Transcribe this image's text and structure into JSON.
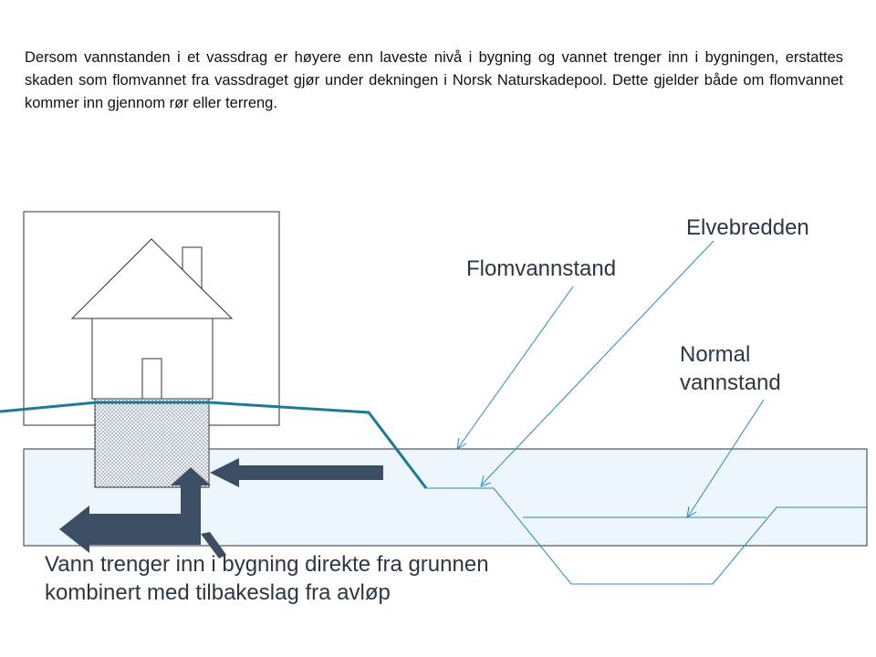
{
  "intro_text": "Dersom vannstanden i et vassdrag er høyere enn laveste nivå i bygning og vannet trenger inn i bygningen, erstattes skaden som flomvannet fra vassdraget gjør under dekningen i Norsk Naturskadepool. Dette gjelder både om flomvannet kommer inn gjennom rør eller terreng.",
  "labels": {
    "elvebredden": "Elvebredden",
    "flomvannstand": "Flomvannstand",
    "normal_vannstand_line1": "Normal",
    "normal_vannstand_line2": "vannstand",
    "caption_line1": "Vann trenger inn i bygning direkte fra grunnen",
    "caption_line2": "kombinert med tilbakeslag fra avløp"
  },
  "colors": {
    "water_fill": "#eef6fd",
    "ground_line": "#1d7a93",
    "arrow_fill": "#3b4e63",
    "leader_line": "#2a8ab0",
    "outline": "#333333"
  }
}
